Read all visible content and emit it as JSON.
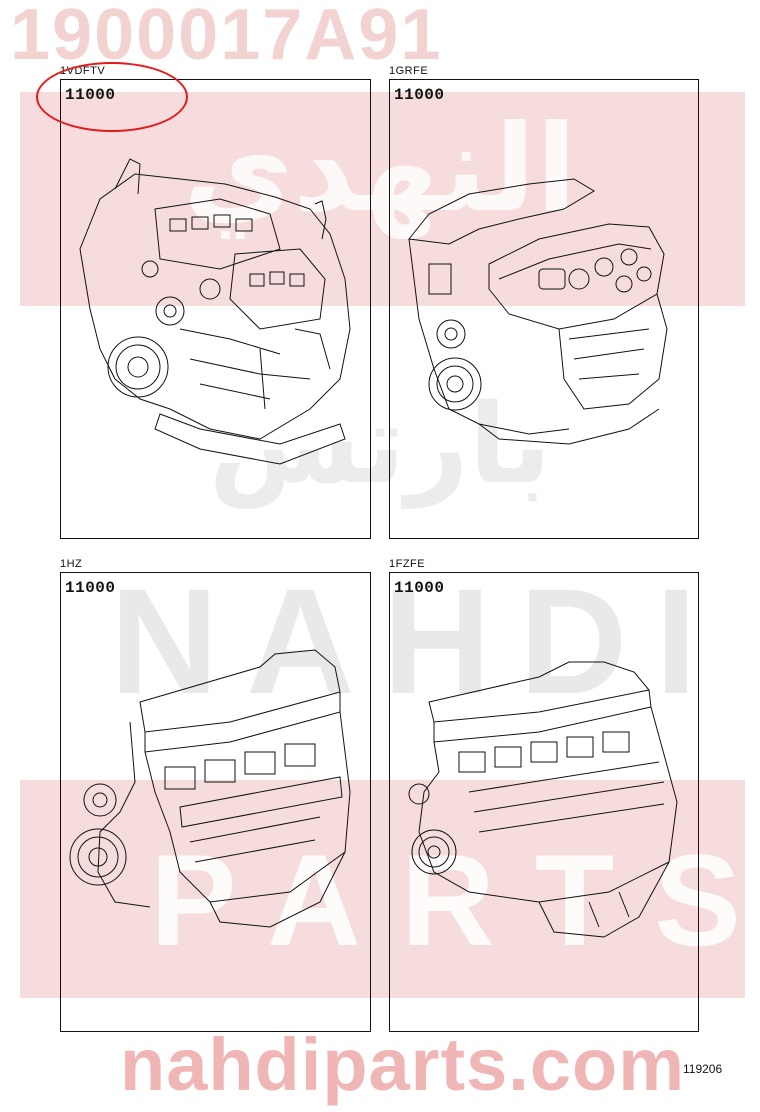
{
  "watermark": {
    "part_number": "1900017A91",
    "arabic_top": "النهدي",
    "arabic_bottom": "بارتس",
    "brand_upper": "NAHDI",
    "brand_lower": "PARTS",
    "site": "nahdiparts.com"
  },
  "panels": [
    {
      "engine": "1VDFTV",
      "part_no": "11000"
    },
    {
      "engine": "1GRFE",
      "part_no": "11000"
    },
    {
      "engine": "1HZ",
      "part_no": "11000"
    },
    {
      "engine": "1FZFE",
      "part_no": "11000"
    }
  ],
  "diagram_ref": "119206",
  "colors": {
    "highlight": "#e51b1b",
    "watermark": "#f0c9c9",
    "line": "#111111"
  }
}
